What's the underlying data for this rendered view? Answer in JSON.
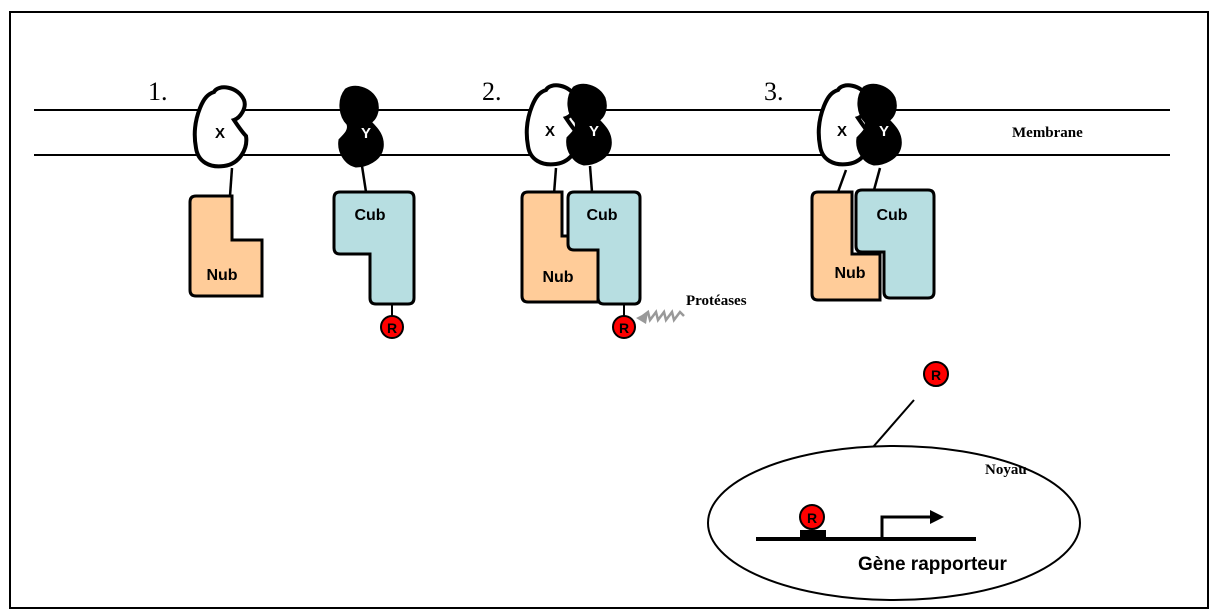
{
  "steps": [
    "1.",
    "2.",
    "3."
  ],
  "proteins": {
    "x": "X",
    "y": "Y",
    "nub": "Nub",
    "cub": "Cub",
    "reporter": "R"
  },
  "labels": {
    "membrane": "Membrane",
    "proteases": "Protéases",
    "nucleus": "Noyau",
    "reporter_gene": "Gène rapporteur"
  },
  "colors": {
    "nub_fill": "#FFCC99",
    "cub_fill": "#B7DEE1",
    "reporter_fill": "#FF0000",
    "y_fill": "#000000",
    "x_fill": "#FFFFFF",
    "protease_wave": "#999999"
  }
}
